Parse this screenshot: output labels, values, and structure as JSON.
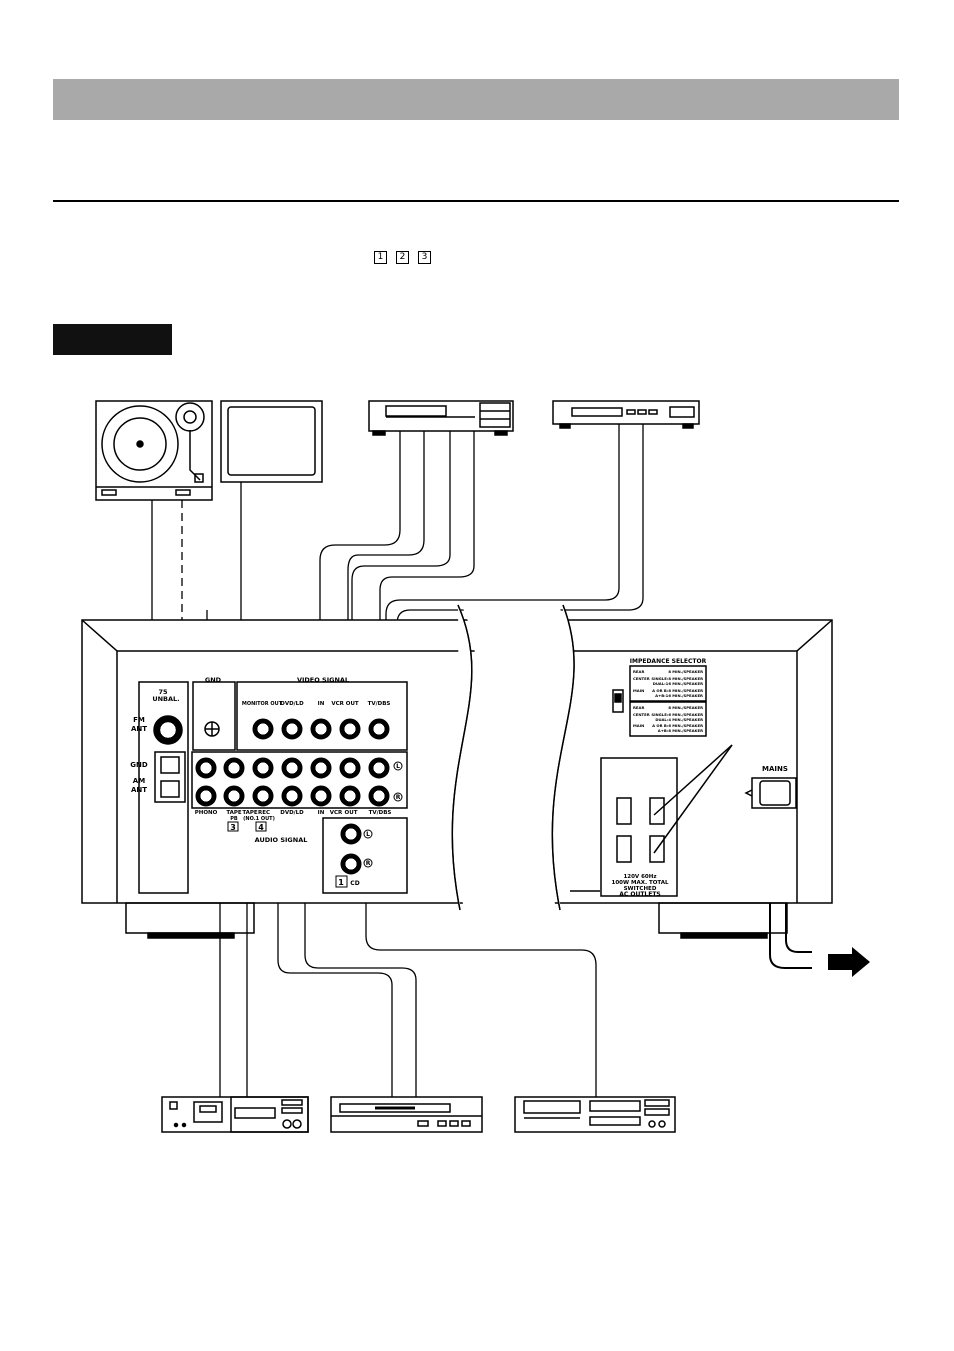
{
  "box_numbers": [
    "1",
    "2",
    "3"
  ],
  "panel": {
    "fm_ant_impedance": "75",
    "fm_ant_unbal": "UNBAL.",
    "fm_ant": [
      "FM",
      "ANT"
    ],
    "gnd_left": "GND",
    "am_ant": [
      "AM",
      "ANT"
    ],
    "gnd_box": "GND",
    "video_signal": "VIDEO SIGNAL",
    "video_labels": [
      "MONITOR OUT",
      "DVD/LD",
      "IN",
      "VCR OUT",
      "TV/DBS"
    ],
    "audio_labels": [
      "PHONO",
      "TAPE",
      "TAPE",
      "REC",
      "DVD/LD",
      "IN",
      "VCR",
      "OUT",
      "TV/DBS"
    ],
    "audio_sub_labels": [
      "PB",
      "(NO.1 OUT)"
    ],
    "box_3": "3",
    "box_4": "4",
    "audio_signal": "AUDIO SIGNAL",
    "l": "L",
    "r": "R",
    "cd_num": "1",
    "cd": "CD",
    "impedance_selector": "IMPEDANCE SELECTOR",
    "imp_block1": {
      "rear": [
        "REAR",
        "8 MIN./SPEAKER"
      ],
      "center": [
        "CENTER",
        "SINGLE:8 MIN./SPEAKER",
        "DUAL:16 MIN./SPEAKER"
      ],
      "main": [
        "MAIN",
        "A OR B:8 MIN./SPEAKER",
        "A+B:16 MIN./SPEAKER"
      ]
    },
    "imp_block2": {
      "rear": [
        "REAR",
        "8 MIN./SPEAKER"
      ],
      "center": [
        "CENTER",
        "SINGLE:6 MIN./SPEAKER",
        "DUAL:4 MIN./SPEAKER"
      ],
      "main": [
        "MAIN",
        "A OR B:6 MIN./SPEAKER",
        "A+B:8 MIN./SPEAKER"
      ]
    },
    "ac_spec": [
      "120V 60Hz",
      "100W MAX. TOTAL",
      "SWITCHED"
    ],
    "ac_outlets": "AC OUTLETS",
    "mains": "MAINS"
  }
}
